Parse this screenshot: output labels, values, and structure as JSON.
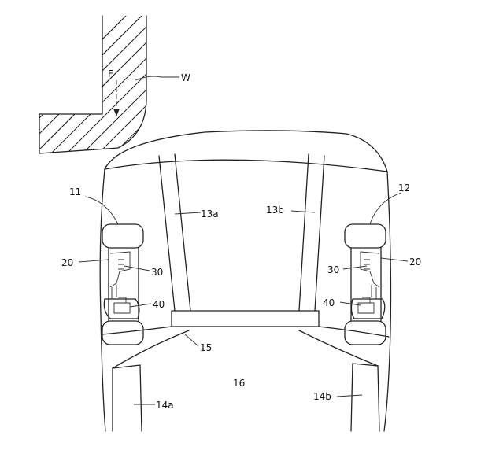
{
  "labels": {
    "F": "F",
    "W": "W",
    "n11": "11",
    "n12": "12",
    "n13a": "13a",
    "n13b": "13b",
    "n14a": "14a",
    "n14b": "14b",
    "n15": "15",
    "n16": "16",
    "n20_left": "20",
    "n20_right": "20",
    "n30_left": "30",
    "n30_right": "30",
    "n40_left": "40",
    "n40_right": "40"
  }
}
